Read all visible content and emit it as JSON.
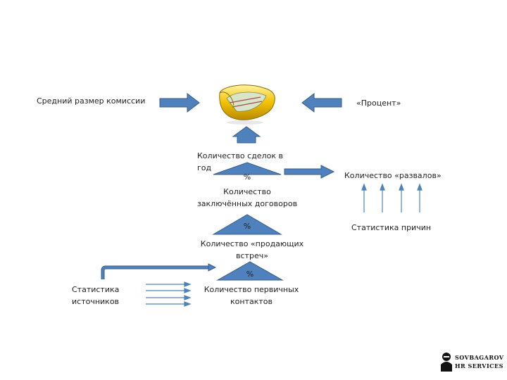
{
  "labels": {
    "avg_commission": "Средний размер комиссии",
    "percent_quoted": "«Процент»",
    "deals_per_year_line1": "Количество сделок в",
    "deals_per_year_line2": "год",
    "breakups": "Количество «развалов»",
    "contracts_line1": "Количество",
    "contracts_line2": "заключённых договоров",
    "reason_stats": "Статистика причин",
    "selling_meetings_line1": "Количество «продающих",
    "selling_meetings_line2": "встреч»",
    "primary_contacts_line1": "Количество первичных",
    "primary_contacts_line2": "контактов",
    "source_stats_line1": "Статистика",
    "source_stats_line2": "источников",
    "percent_symbol": "%"
  },
  "logo": {
    "line1": "SOVBAGAROV",
    "line2": "HR SERVICES"
  },
  "colors": {
    "arrow_fill": "#4f81bd",
    "arrow_stroke": "#385d8a",
    "wallet_yellow": "#f2c200"
  },
  "icons": [
    "wallet-icon",
    "logo-icon"
  ]
}
